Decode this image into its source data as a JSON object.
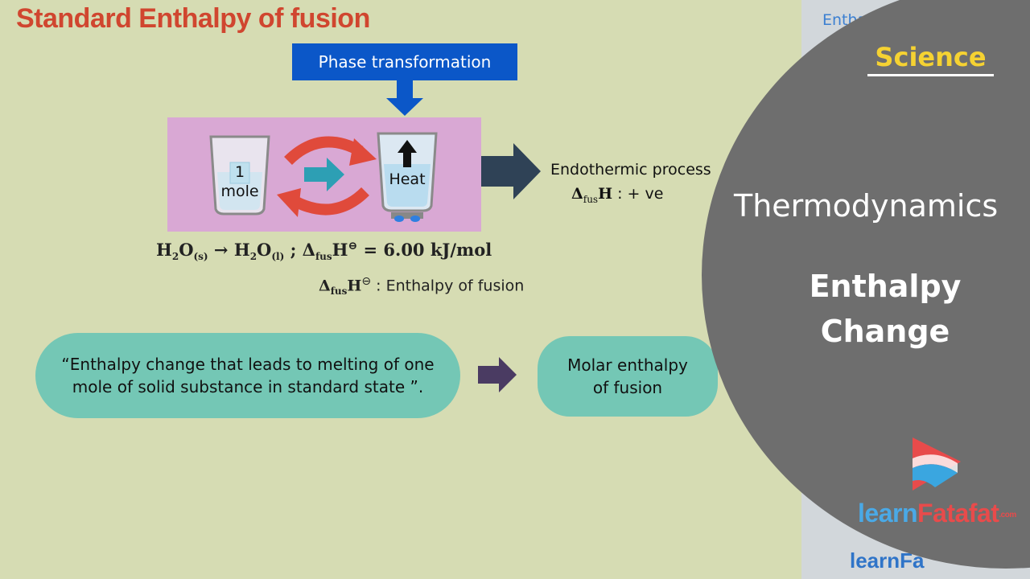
{
  "slide": {
    "title": "Standard Enthalpy of fusion",
    "phase_label": "Phase transformation",
    "beaker_left": {
      "line1": "1",
      "line2": "mole"
    },
    "beaker_right": {
      "label": "Heat"
    },
    "endothermic": "Endothermic process",
    "delta": "Δ",
    "fus": "fus",
    "H": "H",
    "positive": ": + ve",
    "equation": {
      "lhs": "H",
      "lhs_sub": "2",
      "lhs_o": "O",
      "lhs_state": "(s)",
      "arrow": " → ",
      "rhs": "H",
      "rhs_sub": "2",
      "rhs_o": "O",
      "rhs_state": "(l)",
      "sep": " ;  ",
      "theta": "⊖",
      "value": " = 6.00 kJ/mol"
    },
    "fusion_label": ": Enthalpy of fusion",
    "definition_line1": "“Enthalpy change that leads to melting of one",
    "definition_line2": "mole of solid substance in standard state ”.",
    "molar_line1": "Molar enthalpy",
    "molar_line2": "of fusion"
  },
  "side": {
    "top_text": "Enthalpy cl",
    "bottom_text": "learnFa"
  },
  "overlay": {
    "subject": "Science",
    "topic": "Thermodynamics",
    "chapter_line1": "Enthalpy",
    "chapter_line2": "Change",
    "brand_learn": "learn",
    "brand_fatafat": "Fatafat",
    "brand_suffix": ".com"
  },
  "colors": {
    "background": "#d6dcb3",
    "title": "#d0462f",
    "phase_box": "#0b57c8",
    "pink_panel": "#d9a8d4",
    "teal_pill": "#74c7b5",
    "overlay_grey": "#6e6e6e",
    "science_yellow": "#f5d232"
  }
}
